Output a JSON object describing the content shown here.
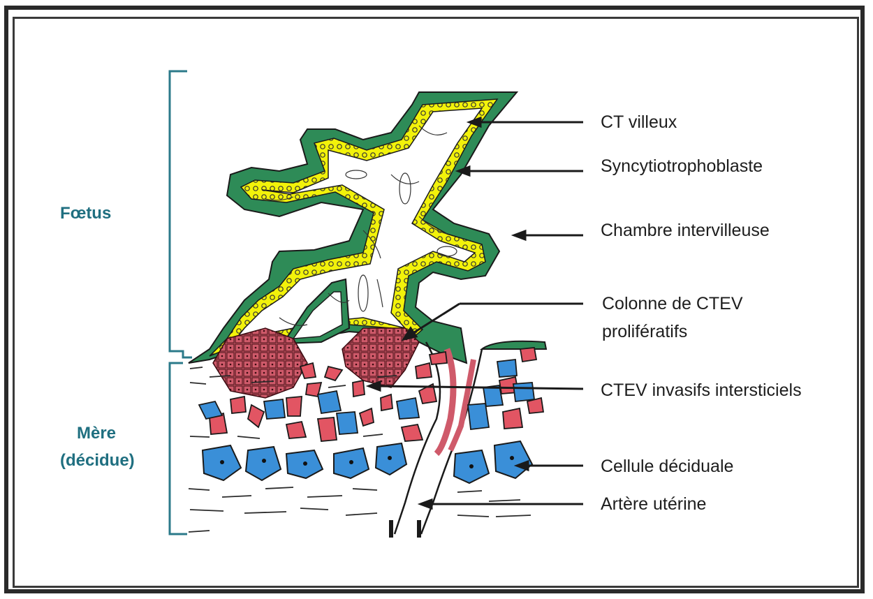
{
  "side_labels": {
    "fetus": "Fœtus",
    "mother_line1": "Mère",
    "mother_line2": "(décidue)"
  },
  "labels": {
    "ct_villeux": "CT villeux",
    "syncytio": "Syncytiotrophoblaste",
    "chambre": "Chambre intervilleuse",
    "colonne_line1": "Colonne de CTEV",
    "colonne_line2": "prolifératifs",
    "ctev_invasifs": "CTEV invasifs intersticiels",
    "cellule": "Cellule déciduale",
    "artere": "Artère utérine"
  },
  "colors": {
    "syncytium": "#2e8b57",
    "cytotrophoblast": "#f2f20a",
    "ctev": "#cf5a6a",
    "decidual": "#3a8fd8",
    "bracket": "#2b7a8a",
    "stroma": "#ffffff"
  }
}
